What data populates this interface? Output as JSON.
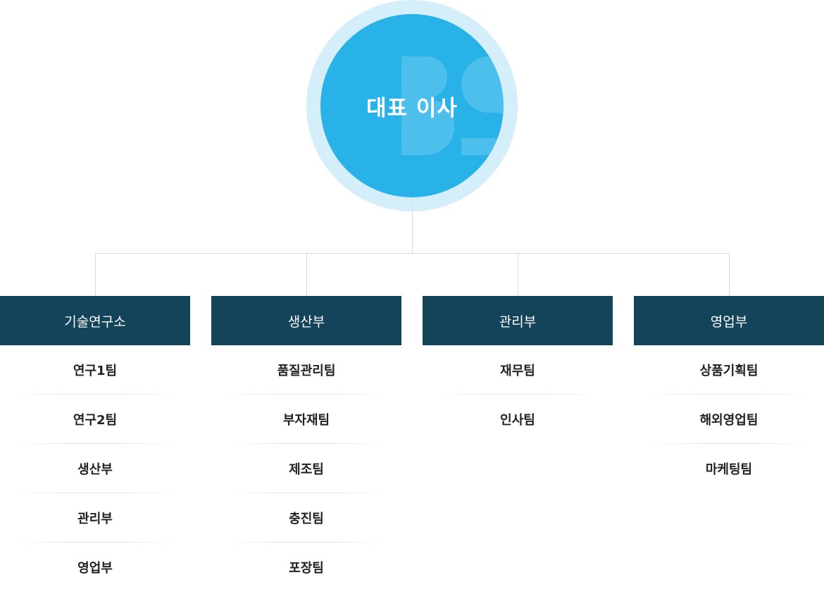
{
  "ceo": {
    "title": "대표 이사",
    "logo_mark": "BS",
    "circle_color": "#29b2e8",
    "halo_color": "#d4eefa"
  },
  "departments": [
    {
      "name": "기술연구소",
      "teams": [
        "연구1팀",
        "연구2팀",
        "생산부",
        "관리부",
        "영업부"
      ]
    },
    {
      "name": "생산부",
      "teams": [
        "품질관리팀",
        "부자재팀",
        "제조팀",
        "충진팀",
        "포장팀"
      ]
    },
    {
      "name": "관리부",
      "teams": [
        "재무팀",
        "인사팀"
      ]
    },
    {
      "name": "영업부",
      "teams": [
        "상품기획팀",
        "해외영업팀",
        "마케팅팀"
      ]
    }
  ],
  "colors": {
    "dept_header": "#13445a",
    "connector": "#d9d9d9",
    "team_text": "#222222"
  }
}
